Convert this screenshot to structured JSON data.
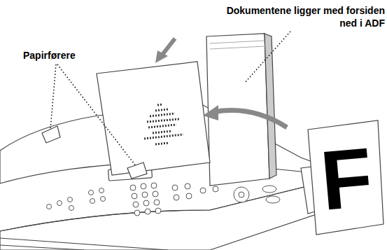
{
  "diagram": {
    "labels": [
      "Dokumentene ligger med forsiden ned i ADF",
      "Papirførere",
      "F"
    ]
  }
}
